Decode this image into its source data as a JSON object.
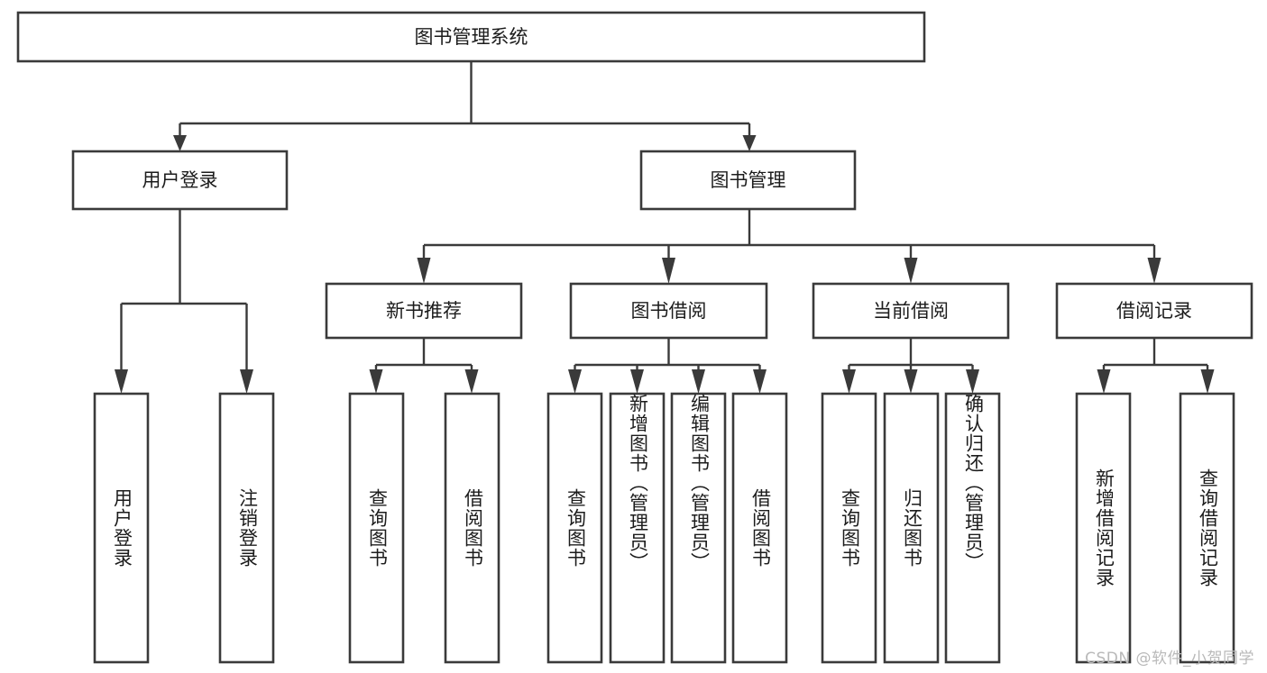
{
  "diagram": {
    "type": "tree-hierarchy",
    "title": "图书管理系统",
    "root": {
      "label": "图书管理系统"
    },
    "level2": [
      {
        "id": "user-login",
        "label": "用户登录"
      },
      {
        "id": "book-manage",
        "label": "图书管理"
      }
    ],
    "level3": [
      {
        "id": "new-book-recommend",
        "label": "新书推荐",
        "parent": "book-manage"
      },
      {
        "id": "book-borrow",
        "label": "图书借阅",
        "parent": "book-manage"
      },
      {
        "id": "current-borrow",
        "label": "当前借阅",
        "parent": "book-manage"
      },
      {
        "id": "borrow-record",
        "label": "借阅记录",
        "parent": "book-manage"
      }
    ],
    "leaves": {
      "user-login": [
        {
          "id": "leaf-user-login",
          "label": "用户登录"
        },
        {
          "id": "leaf-user-logout",
          "label": "注销登录"
        }
      ],
      "new-book-recommend": [
        {
          "id": "leaf-query-book-1",
          "label": "查询图书"
        },
        {
          "id": "leaf-borrow-book-1",
          "label": "借阅图书"
        }
      ],
      "book-borrow": [
        {
          "id": "leaf-query-book-2",
          "label": "查询图书"
        },
        {
          "id": "leaf-add-book",
          "label": "新增图书（管理员）"
        },
        {
          "id": "leaf-edit-book",
          "label": "编辑图书（管理员）"
        },
        {
          "id": "leaf-borrow-book-2",
          "label": "借阅图书"
        }
      ],
      "current-borrow": [
        {
          "id": "leaf-query-book-3",
          "label": "查询图书"
        },
        {
          "id": "leaf-return-book",
          "label": "归还图书"
        },
        {
          "id": "leaf-confirm-return",
          "label": "确认归还（管理员）"
        }
      ],
      "borrow-record": [
        {
          "id": "leaf-add-record",
          "label": "新增借阅记录"
        },
        {
          "id": "leaf-query-record",
          "label": "查询借阅记录"
        }
      ]
    },
    "colors": {
      "box_fill": "#ffffff",
      "box_stroke": "#3a3a3a",
      "connector": "#3a3a3a",
      "text": "#1c1c1c",
      "background": "#ffffff",
      "watermark": "#b9b9b9"
    }
  },
  "watermark": {
    "text": "CSDN @软件_小贺同学"
  }
}
